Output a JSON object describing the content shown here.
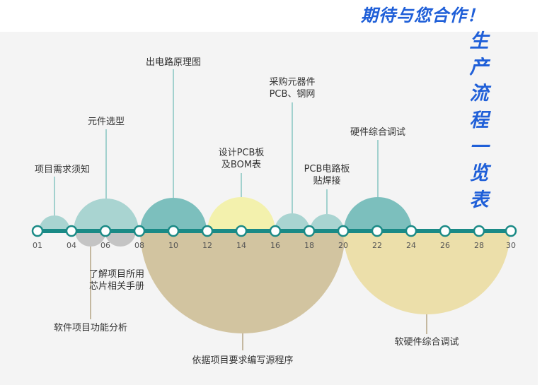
{
  "headline": "期待与您合作！",
  "vertical_title": [
    "生",
    "产",
    "流",
    "程",
    "一",
    "览",
    "表"
  ],
  "ticks": [
    "01",
    "04",
    "06",
    "08",
    "10",
    "12",
    "14",
    "16",
    "18",
    "20",
    "22",
    "24",
    "26",
    "28",
    "30"
  ],
  "upper_labels": {
    "req": "项目需求须知",
    "select": "元件选型",
    "schematic": "出电路原理图",
    "pcb_design_1": "设计PCB板",
    "pcb_design_2": "及BOM表",
    "purchase_1": "采购元器件",
    "purchase_2": "PCB、钢网",
    "solder_1": "PCB电路板",
    "solder_2": "贴焊接",
    "hw_debug": "硬件综合调试"
  },
  "lower_labels": {
    "chip_1": "了解项目所用",
    "chip_2": "芯片相关手册",
    "sw_func": "软件项目功能分析",
    "code": "依据项目要求编写源程序",
    "swhw_debug": "软硬件综合调试"
  },
  "colors": {
    "line": "#1a8a86",
    "teal_light": "#a9d4d1",
    "teal_dark": "#7cbfbd",
    "yellow": "#f3f1ad",
    "grey": "#c4c4c4",
    "tan": "#d2c4a0",
    "beige": "#ecdfaa",
    "connector": "#8ec8c4",
    "title_blue": "#1f5fd8"
  }
}
